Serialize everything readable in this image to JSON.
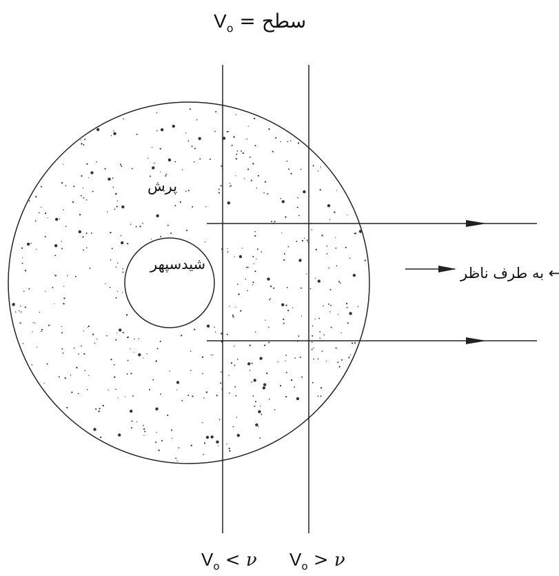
{
  "labels": {
    "top": {
      "v": "V",
      "sub": "o",
      "rest": " = سطح"
    },
    "envelope": "پرش",
    "core": "شیدسپهر",
    "observer": "به طرف ناظر ⟵",
    "bottom_left": {
      "v": "V",
      "sub": "o",
      "rest": " < ν"
    },
    "bottom_right": {
      "v": "V",
      "sub": "o",
      "rest": " > ν"
    }
  },
  "colors": {
    "stroke": "#222222",
    "background": "#ffffff",
    "dots": "#333333"
  }
}
